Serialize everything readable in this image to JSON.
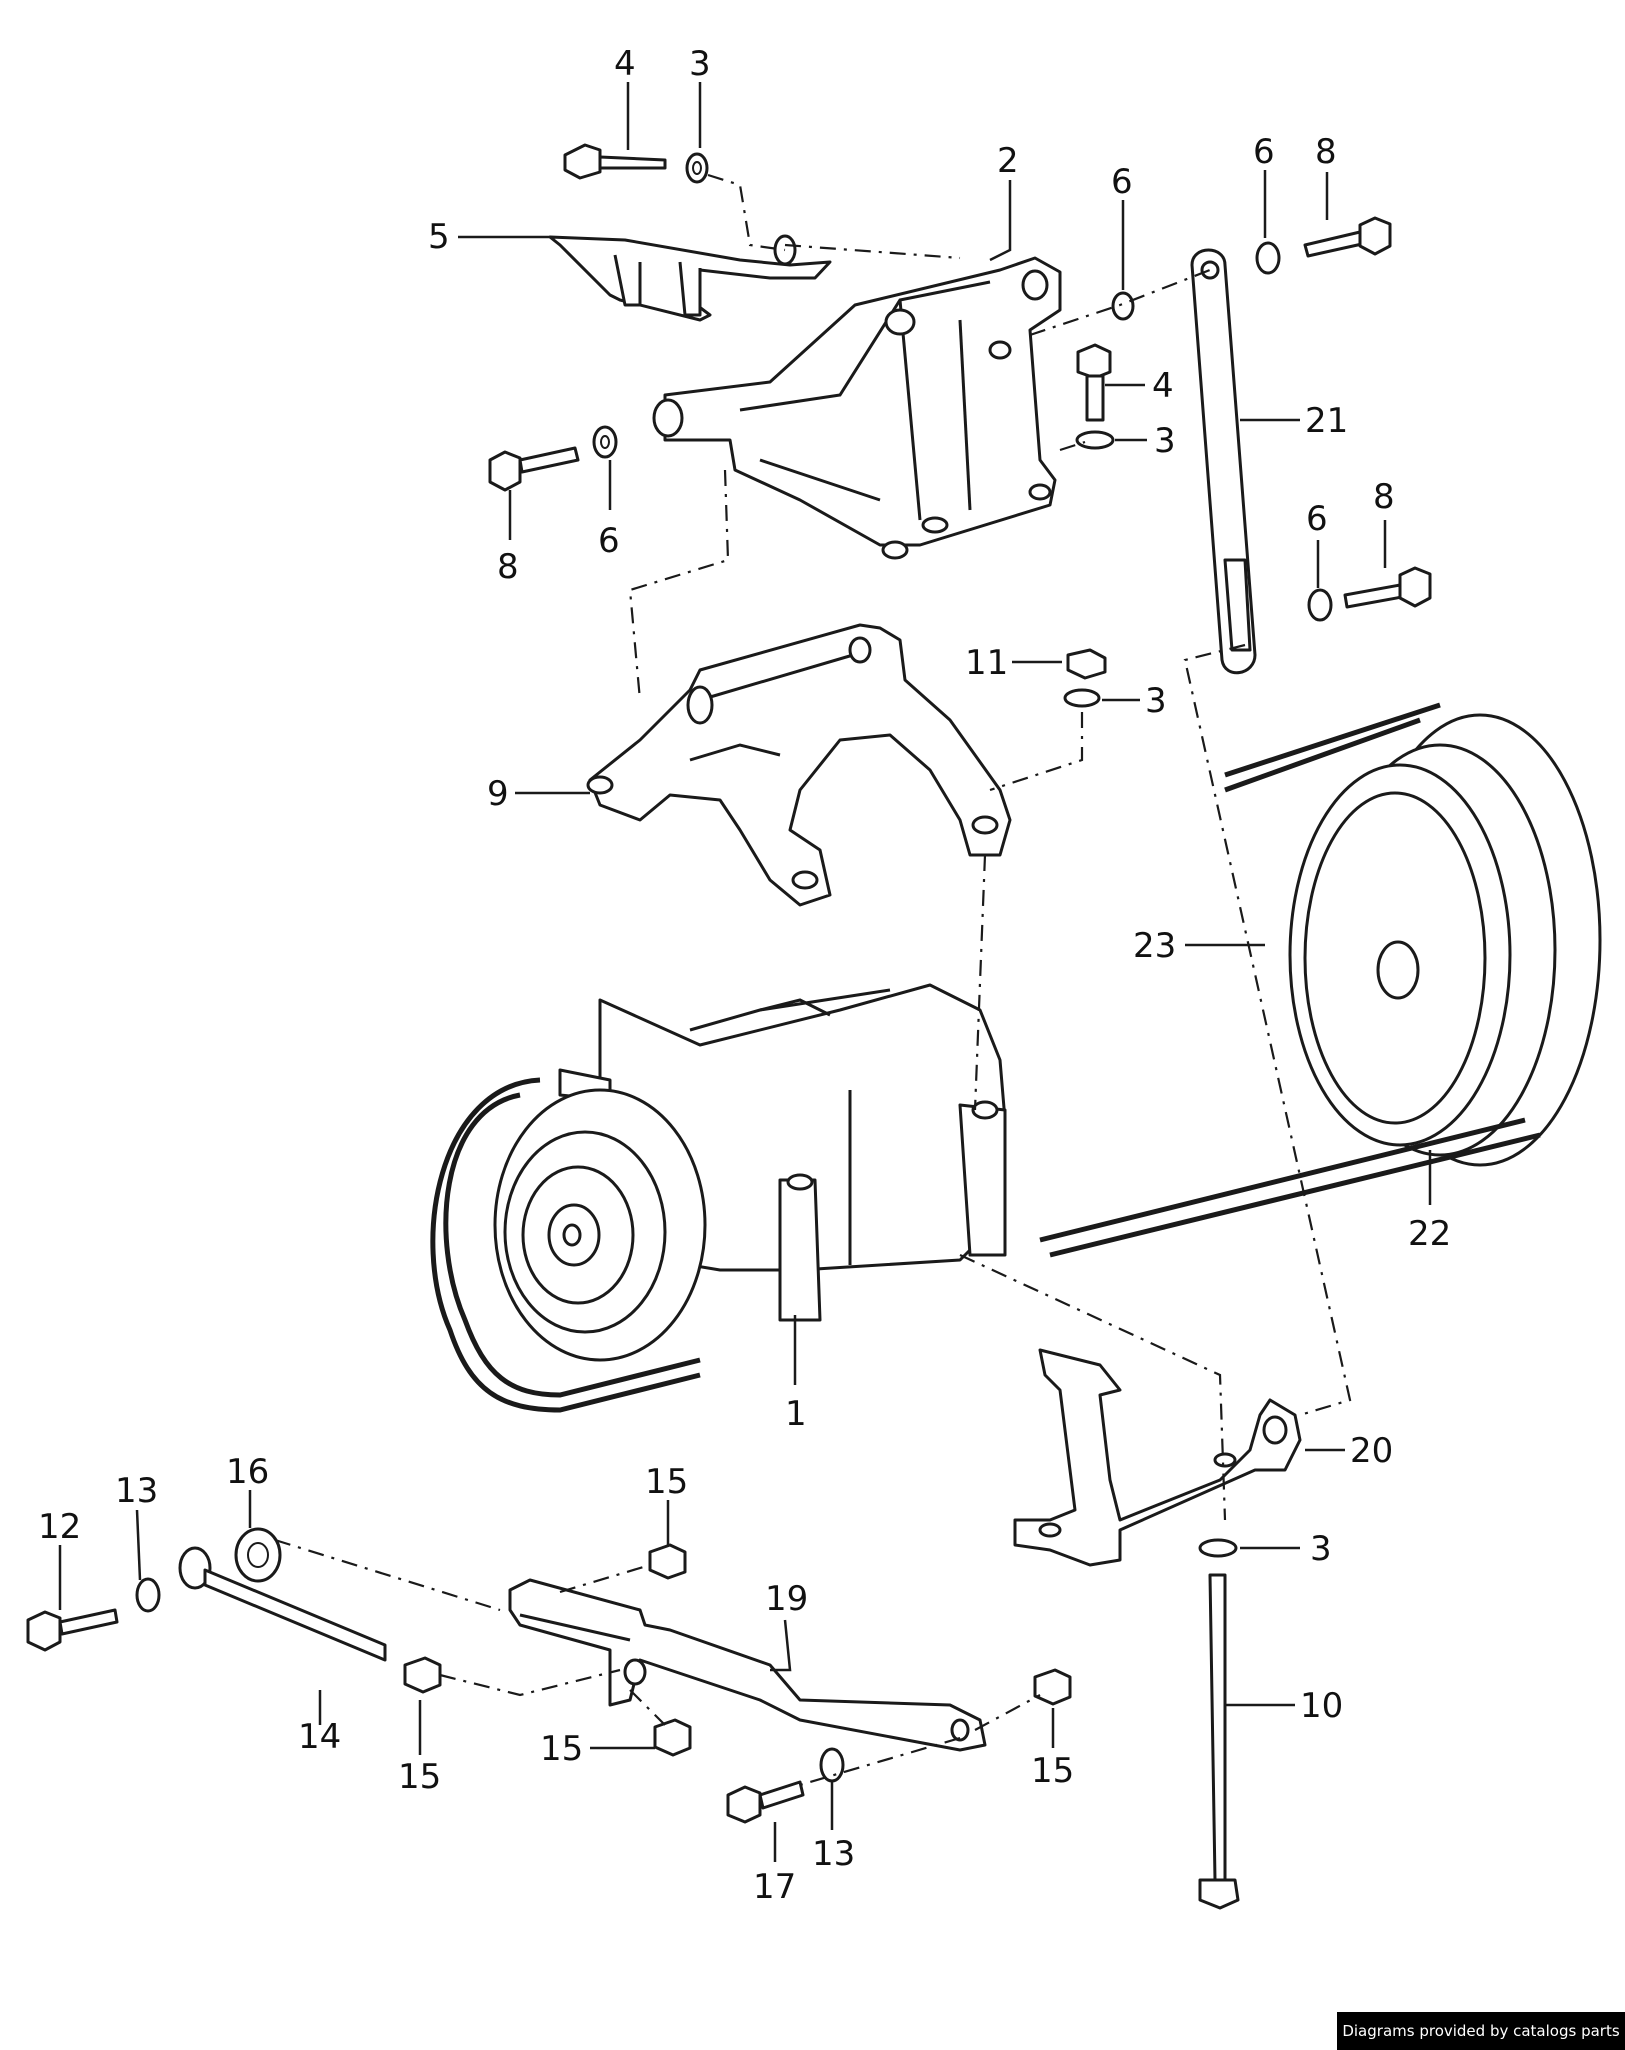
{
  "credit": "Diagrams provided by catalogs parts",
  "callouts": [
    {
      "id": "c1",
      "text": "1"
    },
    {
      "id": "c2",
      "text": "2"
    },
    {
      "id": "c3a",
      "text": "3"
    },
    {
      "id": "c3b",
      "text": "3"
    },
    {
      "id": "c3c",
      "text": "3"
    },
    {
      "id": "c3d",
      "text": "3"
    },
    {
      "id": "c4a",
      "text": "4"
    },
    {
      "id": "c4b",
      "text": "4"
    },
    {
      "id": "c5",
      "text": "5"
    },
    {
      "id": "c6a",
      "text": "6"
    },
    {
      "id": "c6b",
      "text": "6"
    },
    {
      "id": "c6c",
      "text": "6"
    },
    {
      "id": "c6d",
      "text": "6"
    },
    {
      "id": "c8a",
      "text": "8"
    },
    {
      "id": "c8b",
      "text": "8"
    },
    {
      "id": "c8c",
      "text": "8"
    },
    {
      "id": "c9",
      "text": "9"
    },
    {
      "id": "c10",
      "text": "10"
    },
    {
      "id": "c11",
      "text": "11"
    },
    {
      "id": "c12",
      "text": "12"
    },
    {
      "id": "c13a",
      "text": "13"
    },
    {
      "id": "c13b",
      "text": "13"
    },
    {
      "id": "c14",
      "text": "14"
    },
    {
      "id": "c15a",
      "text": "15"
    },
    {
      "id": "c15b",
      "text": "15"
    },
    {
      "id": "c15c",
      "text": "15"
    },
    {
      "id": "c15d",
      "text": "15"
    },
    {
      "id": "c16",
      "text": "16"
    },
    {
      "id": "c17",
      "text": "17"
    },
    {
      "id": "c19",
      "text": "19"
    },
    {
      "id": "c20",
      "text": "20"
    },
    {
      "id": "c21",
      "text": "21"
    },
    {
      "id": "c22",
      "text": "22"
    },
    {
      "id": "c23",
      "text": "23"
    }
  ]
}
